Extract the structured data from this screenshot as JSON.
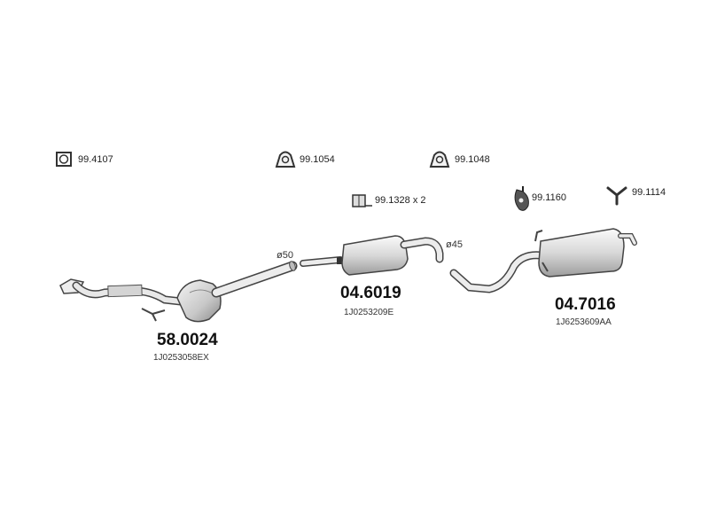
{
  "accessories": {
    "clamp_square": "99.4107",
    "hanger_a": "99.1054",
    "hanger_b": "99.1048",
    "bracket": "99.1328 x 2",
    "rubber_mount": "99.1160",
    "fork_bracket": "99.1114"
  },
  "diameters": {
    "front": "ø50",
    "rear": "ø45"
  },
  "parts": {
    "front": {
      "number": "58.0024",
      "oem": "1J0253058EX"
    },
    "middle": {
      "number": "04.6019",
      "oem": "1J0253209E"
    },
    "rear": {
      "number": "04.7016",
      "oem": "1J6253609AA"
    }
  },
  "colors": {
    "line": "#444444",
    "metal_light": "#e6e6e6",
    "metal_dark": "#9a9a9a"
  }
}
